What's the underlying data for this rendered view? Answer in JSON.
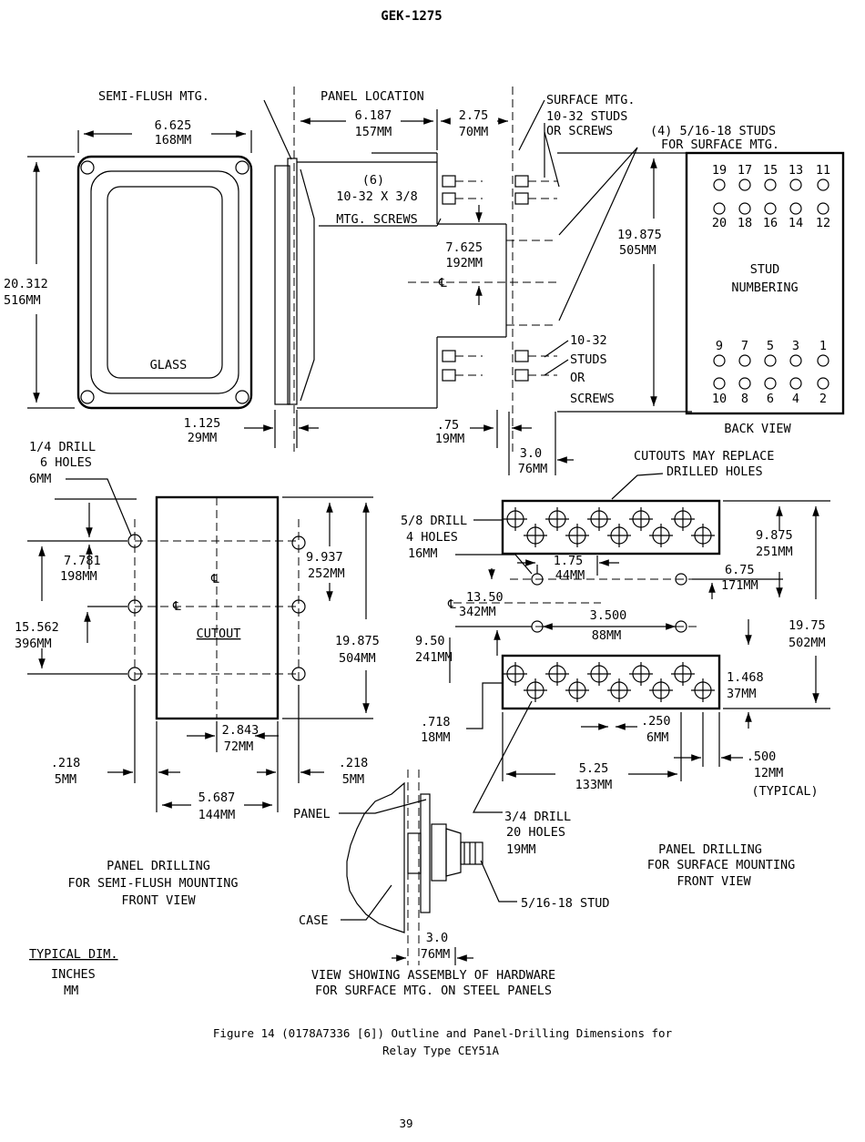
{
  "header": {
    "doc_id": "GEK-1275"
  },
  "footer": {
    "page_number": "39"
  },
  "caption": {
    "line1": "Figure 14 (0178A7336 [6]) Outline and Panel-Drilling Dimensions for",
    "line2": "Relay Type CEY51A"
  },
  "outline": {
    "semi_flush_mtg": "SEMI-FLUSH MTG.",
    "panel_location": "PANEL LOCATION",
    "surface_mtg": "SURFACE MTG.",
    "studs_10_32_top_1": "10-32 STUDS",
    "studs_10_32_top_2": "OR SCREWS",
    "studs_5_16_1": "(4) 5/16-18 STUDS",
    "studs_5_16_2": "FOR SURFACE MTG.",
    "width_in": "6.625",
    "width_mm": "168MM",
    "depth_in": "6.187",
    "depth_mm": "157MM",
    "proj_in": "2.75",
    "proj_mm": "70MM",
    "screws_1": "(6)",
    "screws_2": "10-32 X 3/8",
    "screws_3": "MTG. SCREWS",
    "stud_off_in": "7.625",
    "stud_off_mm": "192MM",
    "stud_span_in": "19.875",
    "stud_span_mm": "505MM",
    "height_in": "20.312",
    "height_mm": "516MM",
    "glass": "GLASS",
    "flange_in": "1.125",
    "flange_mm": "29MM",
    "gap_in": ".75",
    "gap_mm": "19MM",
    "studs_bot_1": "10-32",
    "studs_bot_2": "STUDS",
    "studs_bot_3": "OR",
    "studs_bot_4": "SCREWS",
    "stud_len_in": "3.0",
    "stud_len_mm": "76MM"
  },
  "back_view": {
    "top_row_1": [
      "19",
      "17",
      "15",
      "13",
      "11"
    ],
    "top_row_2": [
      "20",
      "18",
      "16",
      "14",
      "12"
    ],
    "stud_1": "STUD",
    "stud_2": "NUMBERING",
    "bot_row_1": [
      "9",
      "7",
      "5",
      "3",
      "1"
    ],
    "bot_row_2": [
      "10",
      "8",
      "6",
      "4",
      "2"
    ],
    "label": "BACK VIEW"
  },
  "semi_flush": {
    "drill_1": "1/4 DRILL",
    "drill_2": "6 HOLES",
    "drill_3": "6MM",
    "d1_in": "7.781",
    "d1_mm": "198MM",
    "d2_in": "15.562",
    "d2_mm": "396MM",
    "d3_in": "9.937",
    "d3_mm": "252MM",
    "d4_in": "19.875",
    "d4_mm": "504MM",
    "cutout": "CUTOUT",
    "d5_in": "2.843",
    "d5_mm": "72MM",
    "m1_in": ".218",
    "m1_mm": "5MM",
    "m2_in": ".218",
    "m2_mm": "5MM",
    "w_in": "5.687",
    "w_mm": "144MM",
    "title_1": "PANEL DRILLING",
    "title_2": "FOR SEMI-FLUSH MOUNTING",
    "title_3": "FRONT VIEW"
  },
  "surface": {
    "cutouts_1": "CUTOUTS MAY REPLACE",
    "cutouts_2": "DRILLED HOLES",
    "drill58_1": "5/8 DRILL",
    "drill58_2": "4 HOLES",
    "drill58_3": "16MM",
    "a_in": "9.875",
    "a_mm": "251MM",
    "b_in": "1.75",
    "b_mm": "44MM",
    "c_in": "6.75",
    "c_mm": "171MM",
    "d_in": "13.50",
    "d_mm": "342MM",
    "e_in": "3.500",
    "e_mm": "88MM",
    "f_in": "19.75",
    "f_mm": "502MM",
    "g_in": "9.50",
    "g_mm": "241MM",
    "h_in": "1.468",
    "h_mm": "37MM",
    "i_in": ".718",
    "i_mm": "18MM",
    "j_in": ".250",
    "j_mm": "6MM",
    "k_in": "5.25",
    "k_mm": "133MM",
    "l_in": ".500",
    "l_mm": "12MM",
    "l_note": "(TYPICAL)",
    "drill34_1": "3/4 DRILL",
    "drill34_2": "20 HOLES",
    "drill34_3": "19MM",
    "title_1": "PANEL DRILLING",
    "title_2": "FOR SURFACE MOUNTING",
    "title_3": "FRONT VIEW"
  },
  "hardware": {
    "panel": "PANEL",
    "case": "CASE",
    "stud": "5/16-18 STUD",
    "len_in": "3.0",
    "len_mm": "76MM",
    "title_1": "VIEW SHOWING ASSEMBLY OF HARDWARE",
    "title_2": "FOR SURFACE MTG. ON STEEL PANELS"
  },
  "legend": {
    "title": "TYPICAL DIM.",
    "inches": "INCHES",
    "mm": "MM"
  }
}
